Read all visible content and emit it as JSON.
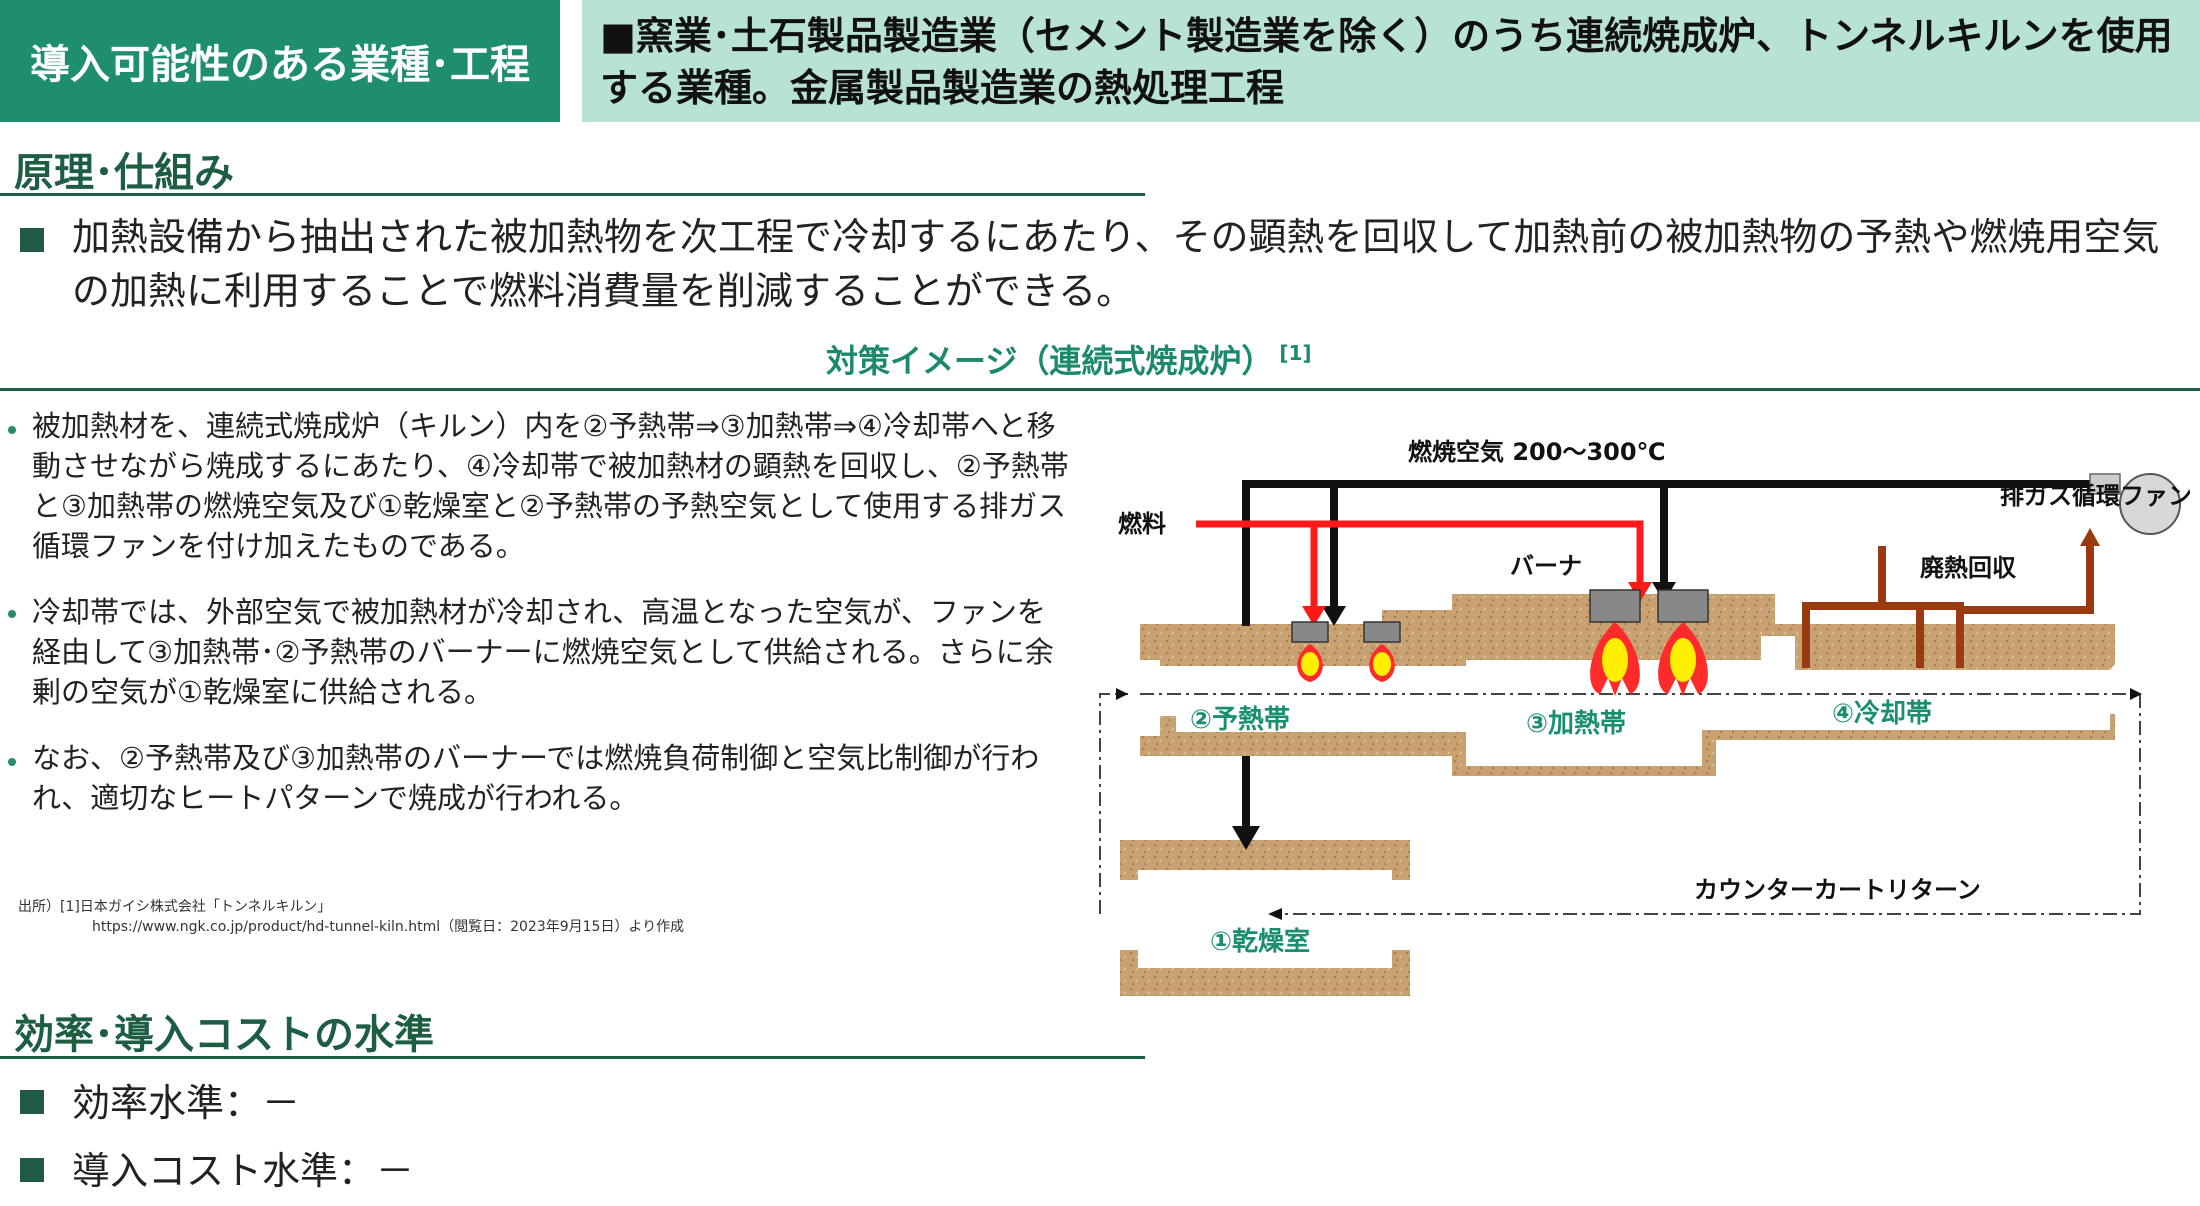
{
  "header": {
    "left_label": "導入可能性のある業種･工程",
    "right_text": "■窯業･土石製品製造業（セメント製造業を除く）のうち連続焼成炉、トンネルキルンを使用する業種。金属製品製造業の熱処理工程"
  },
  "principle": {
    "title": "原理･仕組み",
    "text": "加熱設備から抽出された被加熱物を次工程で冷却するにあたり、その顕熱を回収して加熱前の被加熱物の予熱や燃焼用空気の加熱に利用することで燃料消費量を削減することができる。"
  },
  "image_section": {
    "title": "対策イメージ（連続式焼成炉）",
    "ref": "[1]"
  },
  "bullets": [
    "被加熱材を、連続式焼成炉（キルン）内を②予熱帯⇒③加熱帯⇒④冷却帯へと移動させながら焼成するにあたり、④冷却帯で被加熱材の顕熱を回収し、②予熱帯と③加熱帯の燃焼空気及び①乾燥室と②予熱帯の予熱空気として使用する排ガス循環ファンを付け加えたものである。",
    "冷却帯では、外部空気で被加熱材が冷却され、高温となった空気が、ファンを経由して③加熱帯･②予熱帯のバーナーに燃焼空気として供給される。さらに余剰の空気が①乾燥室に供給される。",
    "なお、②予熱帯及び③加熱帯のバーナーでは燃焼負荷制御と空気比制御が行われ、適切なヒートパターンで焼成が行われる。"
  ],
  "source": {
    "line1": "出所）[1]日本ガイシ株式会社「トンネルキルン」",
    "line2": "https://www.ngk.co.jp/product/hd-tunnel-kiln.html（閲覧日：2023年9月15日）より作成"
  },
  "diagram": {
    "combustion_air": "燃焼空気 200～300℃",
    "fuel": "燃料",
    "exhaust_fan": "排ガス循環ファン",
    "burner": "バーナ",
    "waste_heat": "廃熱回収",
    "preheat_zone": "②予熱帯",
    "heating_zone": "③加熱帯",
    "cooling_zone": "④冷却帯",
    "counter_return": "カウンターカートリターン",
    "drying_room": "①乾燥室",
    "colors": {
      "fuel_line": "#ff1a1a",
      "air_line": "#111111",
      "zone_label": "#1a8f70",
      "refractory": "#c8a070",
      "waste_heat_pipe": "#9a3a10"
    }
  },
  "efficiency": {
    "title": "効率･導入コストの水準",
    "items": [
      "効率水準：－",
      "導入コスト水準：－"
    ]
  }
}
